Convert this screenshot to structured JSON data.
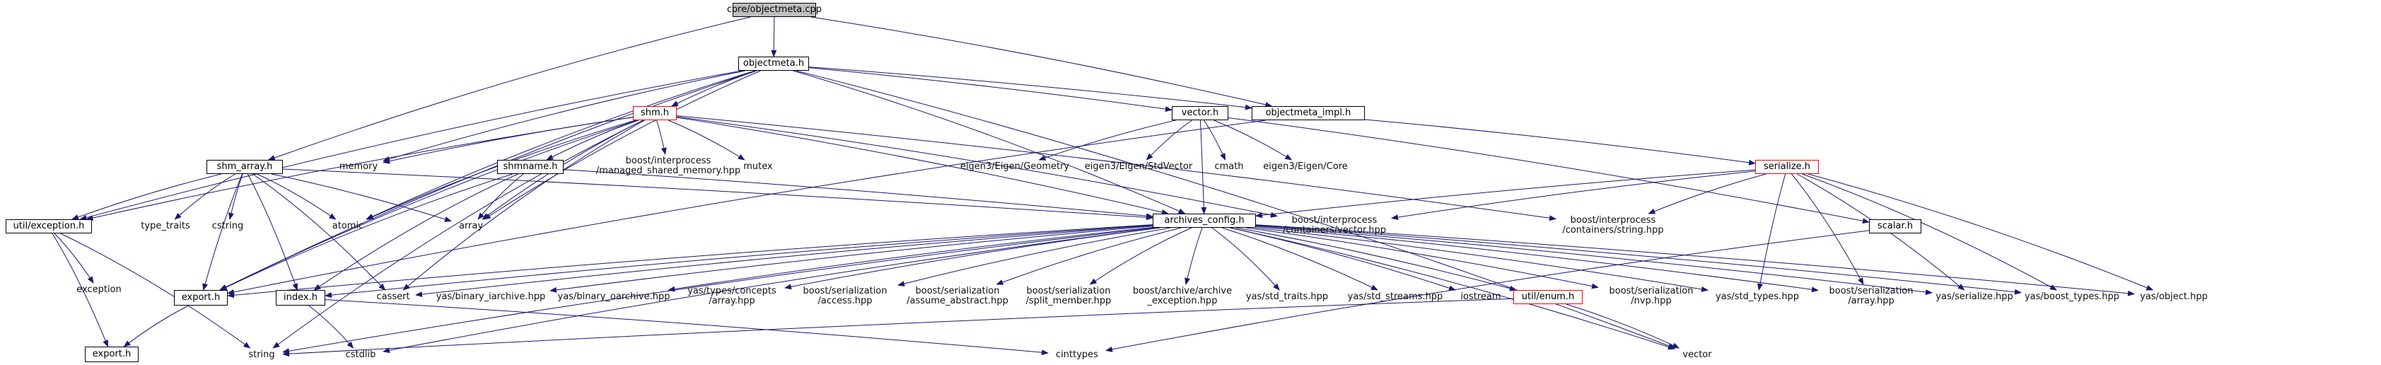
{
  "graph": {
    "nodes": [
      {
        "id": "root",
        "label": "core/objectmeta.cpp",
        "style": "root"
      },
      {
        "id": "objectmeta_h",
        "label": "objectmeta.h",
        "style": "boxed"
      },
      {
        "id": "shm_h",
        "label": "shm.h",
        "style": "red"
      },
      {
        "id": "vector_h",
        "label": "vector.h",
        "style": "boxed"
      },
      {
        "id": "objectmeta_impl_h",
        "label": "objectmeta_impl.h",
        "style": "boxed"
      },
      {
        "id": "memory",
        "label": "memory",
        "style": "plain"
      },
      {
        "id": "managed_shm",
        "label": "boost/interprocess\n/managed_shared_memory.hpp",
        "style": "plain"
      },
      {
        "id": "mutex",
        "label": "mutex",
        "style": "plain"
      },
      {
        "id": "shm_array_h",
        "label": "shm_array.h",
        "style": "boxed"
      },
      {
        "id": "shmname_h",
        "label": "shmname.h",
        "style": "boxed"
      },
      {
        "id": "eigen_geometry",
        "label": "eigen3/Eigen/Geometry",
        "style": "plain"
      },
      {
        "id": "eigen_stdvector",
        "label": "eigen3/Eigen/StdVector",
        "style": "plain"
      },
      {
        "id": "cmath",
        "label": "cmath",
        "style": "plain"
      },
      {
        "id": "eigen_core",
        "label": "eigen3/Eigen/Core",
        "style": "plain"
      },
      {
        "id": "serialize_h",
        "label": "serialize.h",
        "style": "red"
      },
      {
        "id": "util_exception_h",
        "label": "util/exception.h",
        "style": "boxed"
      },
      {
        "id": "type_traits",
        "label": "type_traits",
        "style": "plain"
      },
      {
        "id": "cstring",
        "label": "cstring",
        "style": "plain"
      },
      {
        "id": "atomic",
        "label": "atomic",
        "style": "plain"
      },
      {
        "id": "array",
        "label": "array",
        "style": "plain"
      },
      {
        "id": "ip_vector",
        "label": "boost/interprocess\n/containers/vector.hpp",
        "style": "plain"
      },
      {
        "id": "ip_string",
        "label": "boost/interprocess\n/containers/string.hpp",
        "style": "plain"
      },
      {
        "id": "scalar_h",
        "label": "scalar.h",
        "style": "boxed"
      },
      {
        "id": "archives_config_h",
        "label": "archives_config.h",
        "style": "boxed"
      },
      {
        "id": "exception",
        "label": "exception",
        "style": "plain"
      },
      {
        "id": "export_h_1",
        "label": "export.h",
        "style": "boxed"
      },
      {
        "id": "index_h",
        "label": "index.h",
        "style": "boxed"
      },
      {
        "id": "cassert",
        "label": "cassert",
        "style": "plain"
      },
      {
        "id": "yas_bin_iarchive",
        "label": "yas/binary_iarchive.hpp",
        "style": "plain"
      },
      {
        "id": "yas_bin_oarchive",
        "label": "yas/binary_oarchive.hpp",
        "style": "plain"
      },
      {
        "id": "yas_concepts_array",
        "label": "yas/types/concepts\n/array.hpp",
        "style": "plain"
      },
      {
        "id": "bs_access",
        "label": "boost/serialization\n/access.hpp",
        "style": "plain"
      },
      {
        "id": "bs_assume_abstract",
        "label": "boost/serialization\n/assume_abstract.hpp",
        "style": "plain"
      },
      {
        "id": "bs_split_member",
        "label": "boost/serialization\n/split_member.hpp",
        "style": "plain"
      },
      {
        "id": "ba_archive_exception",
        "label": "boost/archive/archive\n_exception.hpp",
        "style": "plain"
      },
      {
        "id": "yas_std_traits",
        "label": "yas/std_traits.hpp",
        "style": "plain"
      },
      {
        "id": "yas_std_streams",
        "label": "yas/std_streams.hpp",
        "style": "plain"
      },
      {
        "id": "iostream",
        "label": "iostream",
        "style": "plain"
      },
      {
        "id": "util_enum_h",
        "label": "util/enum.h",
        "style": "red"
      },
      {
        "id": "bs_nvp",
        "label": "boost/serialization\n/nvp.hpp",
        "style": "plain"
      },
      {
        "id": "yas_std_types",
        "label": "yas/std_types.hpp",
        "style": "plain"
      },
      {
        "id": "bs_array",
        "label": "boost/serialization\n/array.hpp",
        "style": "plain"
      },
      {
        "id": "yas_serialize",
        "label": "yas/serialize.hpp",
        "style": "plain"
      },
      {
        "id": "yas_boost_types",
        "label": "yas/boost_types.hpp",
        "style": "plain"
      },
      {
        "id": "yas_object",
        "label": "yas/object.hpp",
        "style": "plain"
      },
      {
        "id": "export_h_2",
        "label": "export.h",
        "style": "boxed"
      },
      {
        "id": "string",
        "label": "string",
        "style": "plain"
      },
      {
        "id": "cstdlib",
        "label": "cstdlib",
        "style": "plain"
      },
      {
        "id": "cinttypes",
        "label": "cinttypes",
        "style": "plain"
      },
      {
        "id": "vector",
        "label": "vector",
        "style": "plain"
      }
    ],
    "edges": [
      [
        "root",
        "objectmeta_h"
      ],
      [
        "root",
        "shm_array_h"
      ],
      [
        "root",
        "objectmeta_impl_h"
      ],
      [
        "objectmeta_h",
        "shm_h"
      ],
      [
        "objectmeta_h",
        "vector_h"
      ],
      [
        "objectmeta_h",
        "objectmeta_impl_h"
      ],
      [
        "objectmeta_h",
        "memory"
      ],
      [
        "objectmeta_h",
        "array"
      ],
      [
        "objectmeta_h",
        "atomic"
      ],
      [
        "objectmeta_h",
        "util_exception_h"
      ],
      [
        "objectmeta_h",
        "export_h_1"
      ],
      [
        "objectmeta_h",
        "archives_config_h"
      ],
      [
        "objectmeta_h",
        "vector"
      ],
      [
        "shm_h",
        "memory"
      ],
      [
        "shm_h",
        "managed_shm"
      ],
      [
        "shm_h",
        "mutex"
      ],
      [
        "shm_h",
        "shmname_h"
      ],
      [
        "shm_h",
        "atomic"
      ],
      [
        "shm_h",
        "array"
      ],
      [
        "shm_h",
        "export_h_1"
      ],
      [
        "shm_h",
        "util_exception_h"
      ],
      [
        "shm_h",
        "archives_config_h"
      ],
      [
        "shm_h",
        "ip_vector"
      ],
      [
        "shm_h",
        "ip_string"
      ],
      [
        "shm_h",
        "cassert"
      ],
      [
        "shm_h",
        "string"
      ],
      [
        "vector_h",
        "eigen_geometry"
      ],
      [
        "vector_h",
        "eigen_stdvector"
      ],
      [
        "vector_h",
        "cmath"
      ],
      [
        "vector_h",
        "eigen_core"
      ],
      [
        "vector_h",
        "scalar_h"
      ],
      [
        "vector_h",
        "archives_config_h"
      ],
      [
        "objectmeta_impl_h",
        "serialize_h"
      ],
      [
        "objectmeta_impl_h",
        "export_h_1"
      ],
      [
        "serialize_h",
        "archives_config_h"
      ],
      [
        "serialize_h",
        "ip_vector"
      ],
      [
        "serialize_h",
        "ip_string"
      ],
      [
        "serialize_h",
        "yas_std_types"
      ],
      [
        "serialize_h",
        "bs_array"
      ],
      [
        "serialize_h",
        "yas_serialize"
      ],
      [
        "serialize_h",
        "yas_boost_types"
      ],
      [
        "serialize_h",
        "yas_object"
      ],
      [
        "shm_array_h",
        "util_exception_h"
      ],
      [
        "shm_array_h",
        "type_traits"
      ],
      [
        "shm_array_h",
        "cstring"
      ],
      [
        "shm_array_h",
        "atomic"
      ],
      [
        "shm_array_h",
        "array"
      ],
      [
        "shm_array_h",
        "export_h_1"
      ],
      [
        "shm_array_h",
        "index_h"
      ],
      [
        "shm_array_h",
        "cassert"
      ],
      [
        "shm_array_h",
        "archives_config_h"
      ],
      [
        "shmname_h",
        "array"
      ],
      [
        "shmname_h",
        "export_h_1"
      ],
      [
        "shmname_h",
        "archives_config_h"
      ],
      [
        "shmname_h",
        "index_h"
      ],
      [
        "util_exception_h",
        "exception"
      ],
      [
        "util_exception_h",
        "export_h_2"
      ],
      [
        "util_exception_h",
        "string"
      ],
      [
        "export_h_1",
        "export_h_2"
      ],
      [
        "index_h",
        "cstdlib"
      ],
      [
        "index_h",
        "cinttypes"
      ],
      [
        "scalar_h",
        "cinttypes"
      ],
      [
        "util_enum_h",
        "string"
      ],
      [
        "util_enum_h",
        "vector"
      ],
      [
        "archives_config_h",
        "export_h_1"
      ],
      [
        "archives_config_h",
        "index_h"
      ],
      [
        "archives_config_h",
        "cassert"
      ],
      [
        "archives_config_h",
        "string"
      ],
      [
        "archives_config_h",
        "cstdlib"
      ],
      [
        "archives_config_h",
        "yas_bin_iarchive"
      ],
      [
        "archives_config_h",
        "yas_bin_oarchive"
      ],
      [
        "archives_config_h",
        "yas_concepts_array"
      ],
      [
        "archives_config_h",
        "bs_access"
      ],
      [
        "archives_config_h",
        "bs_assume_abstract"
      ],
      [
        "archives_config_h",
        "bs_split_member"
      ],
      [
        "archives_config_h",
        "ba_archive_exception"
      ],
      [
        "archives_config_h",
        "yas_std_traits"
      ],
      [
        "archives_config_h",
        "yas_std_streams"
      ],
      [
        "archives_config_h",
        "iostream"
      ],
      [
        "archives_config_h",
        "util_enum_h"
      ],
      [
        "archives_config_h",
        "bs_nvp"
      ],
      [
        "archives_config_h",
        "yas_std_types"
      ],
      [
        "archives_config_h",
        "bs_array"
      ],
      [
        "archives_config_h",
        "yas_serialize"
      ],
      [
        "archives_config_h",
        "yas_boost_types"
      ],
      [
        "archives_config_h",
        "yas_object"
      ],
      [
        "archives_config_h",
        "vector"
      ]
    ]
  }
}
